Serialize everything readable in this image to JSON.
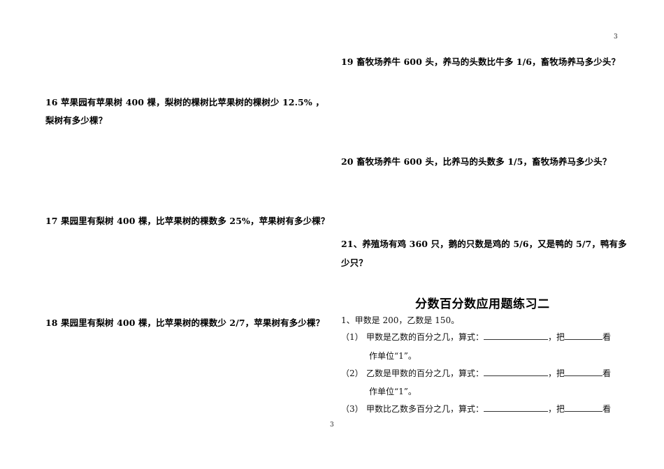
{
  "page_number_top": "3",
  "page_number_bottom": "3",
  "left_column": {
    "q16_line1": "16  苹果园有苹果树 400 棵，梨树的棵树比苹果树的棵树少 12.5% ，",
    "q16_line2": "梨树有多少棵？",
    "q17": "17  果园里有梨树 400 棵，比苹果树的棵数多 25%，苹果树有多少棵？",
    "q18": "18 果园里有梨树 400 棵，比苹果树的棵数少 2/7，苹果树有多少棵？"
  },
  "right_column": {
    "q19": "19  畜牧场养牛 600 头，养马的头数比牛多 1/6，畜牧场养马多少头？",
    "q20": "20  畜牧场养牛 600 头，比养马的头数多 1/5，畜牧场养马多少头？",
    "q21_line1": "21、养殖场有鸡 360 只，鹅的只数是鸡的 5/6，又是鸭的 5/7，鸭有多",
    "q21_line2": "少只？",
    "section_title": "分数百分数应用题练习二",
    "ex1_intro": "1、甲数是 200，乙数是 150。",
    "sub_items": [
      {
        "index": "（1）",
        "text": "甲数是乙数的百分之几，算式：",
        "mid": "，把",
        "end": "看",
        "cont": "作单位“1”。"
      },
      {
        "index": "（2）",
        "text": "乙数是甲数的百分之几，算式：",
        "mid": "，把",
        "end": "看",
        "cont": "作单位“1”。"
      },
      {
        "index": "（3）",
        "text": "甲数比乙数多百分之几，算式：",
        "mid": "，把",
        "end": "看"
      }
    ]
  }
}
